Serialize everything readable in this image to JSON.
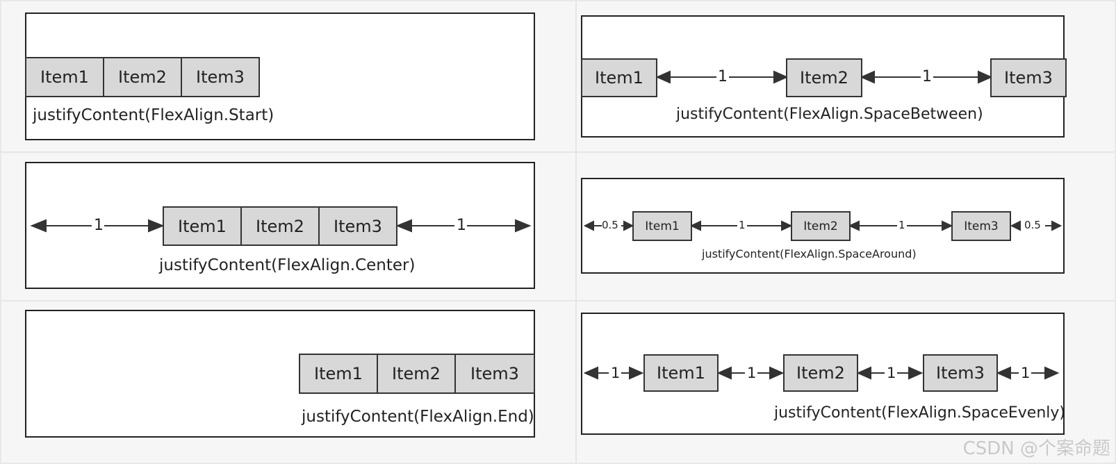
{
  "items": [
    "Item1",
    "Item2",
    "Item3"
  ],
  "captions": {
    "start": "justifyContent(FlexAlign.Start)",
    "space_between": "justifyContent(FlexAlign.SpaceBetween)",
    "center": "justifyContent(FlexAlign.Center)",
    "space_around": "justifyContent(FlexAlign.SpaceAround)",
    "end": "justifyContent(FlexAlign.End)",
    "space_evenly": "justifyContent(FlexAlign.SpaceEvenly)"
  },
  "gap_labels": {
    "one": "1",
    "half": "0.5"
  },
  "watermark": "CSDN @个案命题",
  "colors": {
    "item_fill": "#d8d8d8",
    "border": "#222222",
    "arrow": "#333333",
    "background": "#f6f6f6"
  }
}
